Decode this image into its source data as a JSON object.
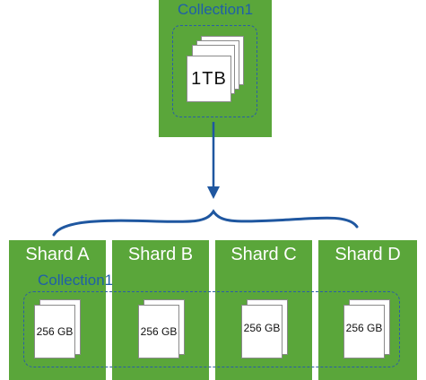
{
  "top": {
    "collection_label": "Collection1",
    "document_size": "1TB"
  },
  "shards": [
    {
      "name": "Shard A",
      "document_size": "256 GB"
    },
    {
      "name": "Shard B",
      "document_size": "256 GB"
    },
    {
      "name": "Shard C",
      "document_size": "256 GB"
    },
    {
      "name": "Shard D",
      "document_size": "256 GB"
    }
  ],
  "bottom": {
    "collection_label": "Collection1"
  },
  "colors": {
    "box_green": "#5aa63a",
    "label_blue": "#1f5fa8",
    "arrow_blue": "#1f57a0"
  }
}
